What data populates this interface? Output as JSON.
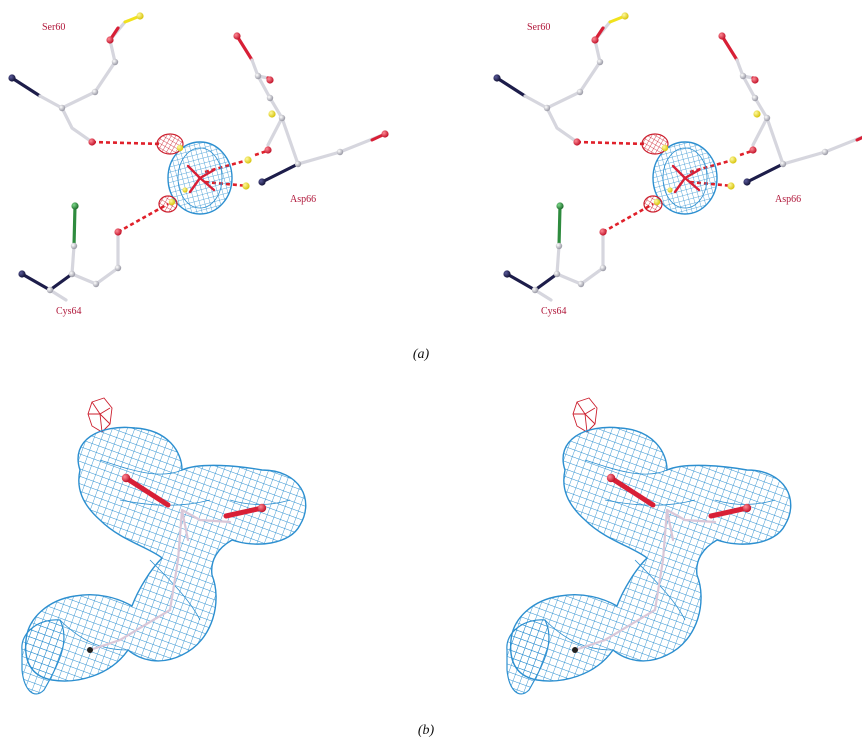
{
  "panels": [
    {
      "label": "(a)",
      "residues": [
        "Ser60",
        "Asp66",
        "Cys64"
      ]
    },
    {
      "label": "(b)"
    }
  ],
  "colors": {
    "oxygen": "#d81f36",
    "carbon": "#cfcfd6",
    "nitrogen": "#1d1d4a",
    "sulfur": "#f1e21c",
    "chlorine": "#2e8b3e",
    "density_2fofc": "#2c8fd0",
    "density_fofc": "#cc1f2e",
    "hbond": "#e0202a"
  }
}
